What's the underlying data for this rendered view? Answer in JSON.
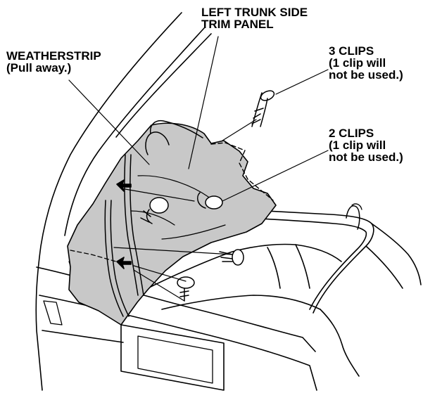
{
  "labels": {
    "trim_panel": {
      "line1": "LEFT TRUNK SIDE",
      "line2": "TRIM PANEL"
    },
    "weatherstrip": {
      "line1": "WEATHERSTRIP",
      "line2": "(Pull away.)"
    },
    "three_clips": {
      "line1": "3 CLIPS",
      "line2": "(1 clip will",
      "line3": "not be used.)"
    },
    "two_clips": {
      "line1": "2 CLIPS",
      "line2": "(1 clip will",
      "line3": "not be used.)"
    }
  },
  "colors": {
    "line": "#000000",
    "panel_fill": "#c8c8c8",
    "background": "#ffffff"
  }
}
